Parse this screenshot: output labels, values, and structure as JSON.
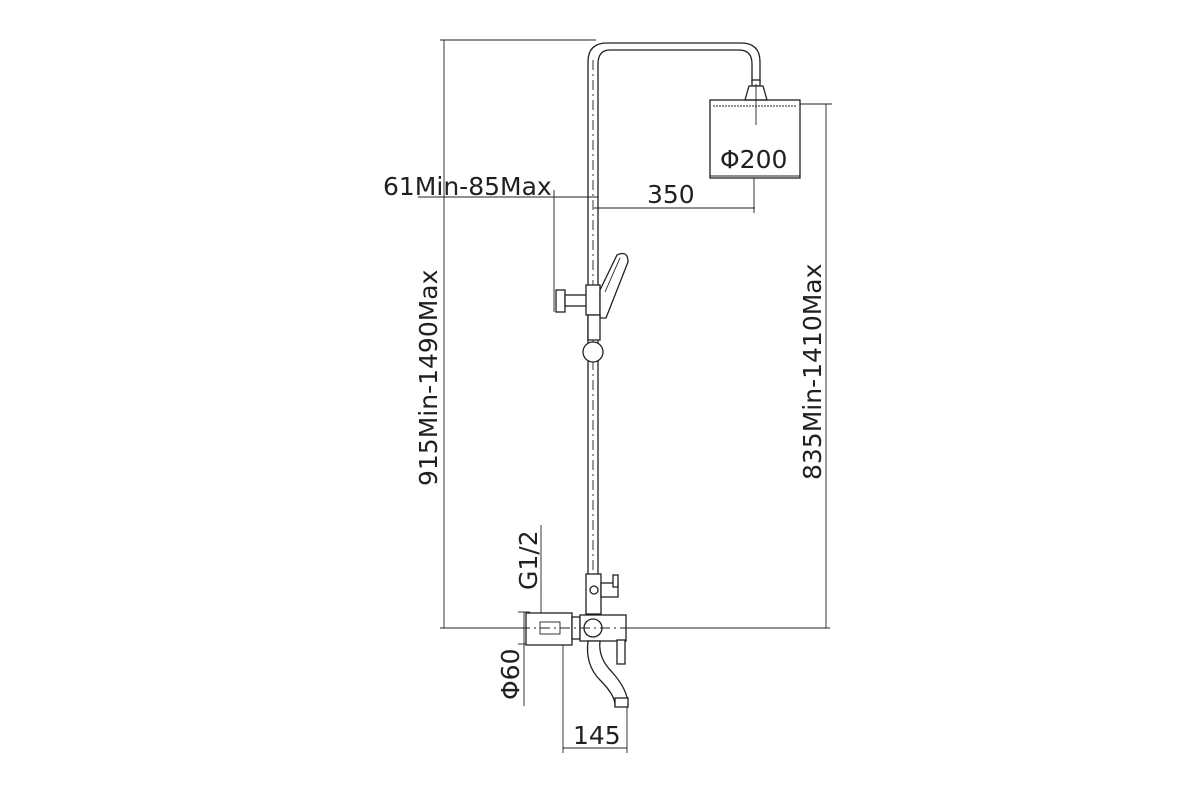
{
  "drawing": {
    "dimensions": {
      "overall_height": "915Min-1490Max",
      "head_height": "835Min-1410Max",
      "holder_offset": "61Min-85Max",
      "arm_length": "350",
      "head_diameter": "Φ200",
      "inlet_thread": "G1/2",
      "flange_diameter": "Φ60",
      "spout_length": "145"
    },
    "line_color": "#231f20"
  }
}
